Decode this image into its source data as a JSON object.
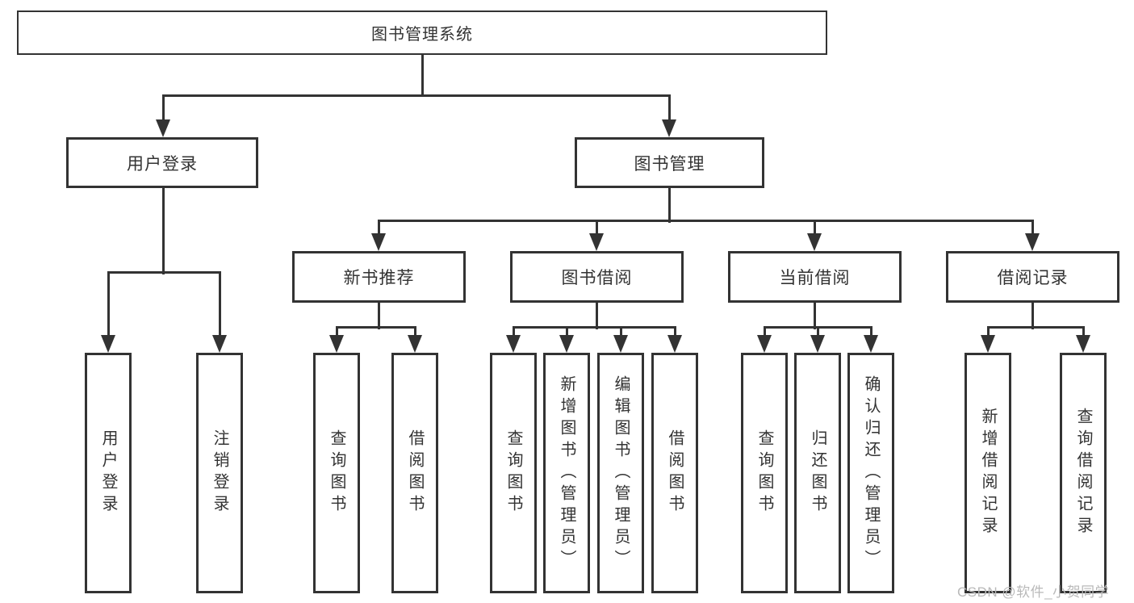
{
  "tree": {
    "label": "图书管理系统",
    "children": [
      {
        "label": "用户登录",
        "children": [
          {
            "label": "用户登录"
          },
          {
            "label": "注销登录"
          }
        ]
      },
      {
        "label": "图书管理",
        "children": [
          {
            "label": "新书推荐",
            "children": [
              {
                "label": "查询图书"
              },
              {
                "label": "借阅图书"
              }
            ]
          },
          {
            "label": "图书借阅",
            "children": [
              {
                "label": "查询图书"
              },
              {
                "label": "新增图书（管理员）"
              },
              {
                "label": "编辑图书（管理员）"
              },
              {
                "label": "借阅图书"
              }
            ]
          },
          {
            "label": "当前借阅",
            "children": [
              {
                "label": "查询图书"
              },
              {
                "label": "归还图书"
              },
              {
                "label": "确认归还（管理员）"
              }
            ]
          },
          {
            "label": "借阅记录",
            "children": [
              {
                "label": "新增借阅记录"
              },
              {
                "label": "查询借阅记录"
              }
            ]
          }
        ]
      }
    ]
  },
  "watermark": {
    "text": "CSDN @软件_小贺同学"
  },
  "colors": {
    "line": "#333333",
    "text": "#333333",
    "box_background": "#ffffff",
    "watermark": "#b9b9b9"
  }
}
